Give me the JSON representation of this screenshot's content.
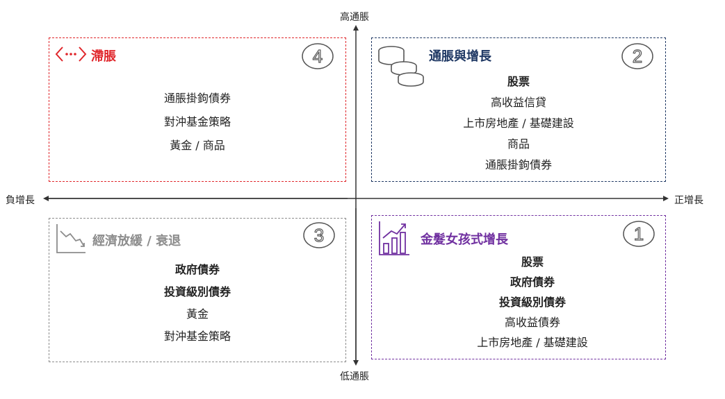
{
  "axes": {
    "top": "高通脹",
    "bottom": "低通脹",
    "left": "負增長",
    "right": "正增長"
  },
  "quadrants": {
    "stagflation": {
      "title": "滯脹",
      "number": "4",
      "color": "#e0262b",
      "items": [
        {
          "text": "通脹掛鉤債券",
          "bold": false
        },
        {
          "text": "對沖基金策略",
          "bold": false
        },
        {
          "text": "黃金 / 商品",
          "bold": false
        }
      ]
    },
    "inflation_growth": {
      "title": "通脹與增長",
      "number": "2",
      "color": "#1f3864",
      "items": [
        {
          "text": "股票",
          "bold": true
        },
        {
          "text": "高收益信貸",
          "bold": false
        },
        {
          "text": "上市房地產 / 基礎建設",
          "bold": false
        },
        {
          "text": "商品",
          "bold": false
        },
        {
          "text": "通脹掛鉤債券",
          "bold": false
        }
      ]
    },
    "slowdown": {
      "title": "經濟放緩 / 衰退",
      "number": "3",
      "color": "#8c8c8c",
      "items": [
        {
          "text": "政府債券",
          "bold": true
        },
        {
          "text": "投資級別債券",
          "bold": true
        },
        {
          "text": "黃金",
          "bold": false
        },
        {
          "text": "對沖基金策略",
          "bold": false
        }
      ]
    },
    "goldilocks": {
      "title": "金髮女孩式增長",
      "number": "1",
      "color": "#7030a0",
      "items": [
        {
          "text": "股票",
          "bold": true
        },
        {
          "text": "政府債券",
          "bold": true
        },
        {
          "text": "投資級別債券",
          "bold": true
        },
        {
          "text": "高收益債券",
          "bold": false
        },
        {
          "text": "上市房地產 / 基礎建設",
          "bold": false
        }
      ]
    }
  }
}
